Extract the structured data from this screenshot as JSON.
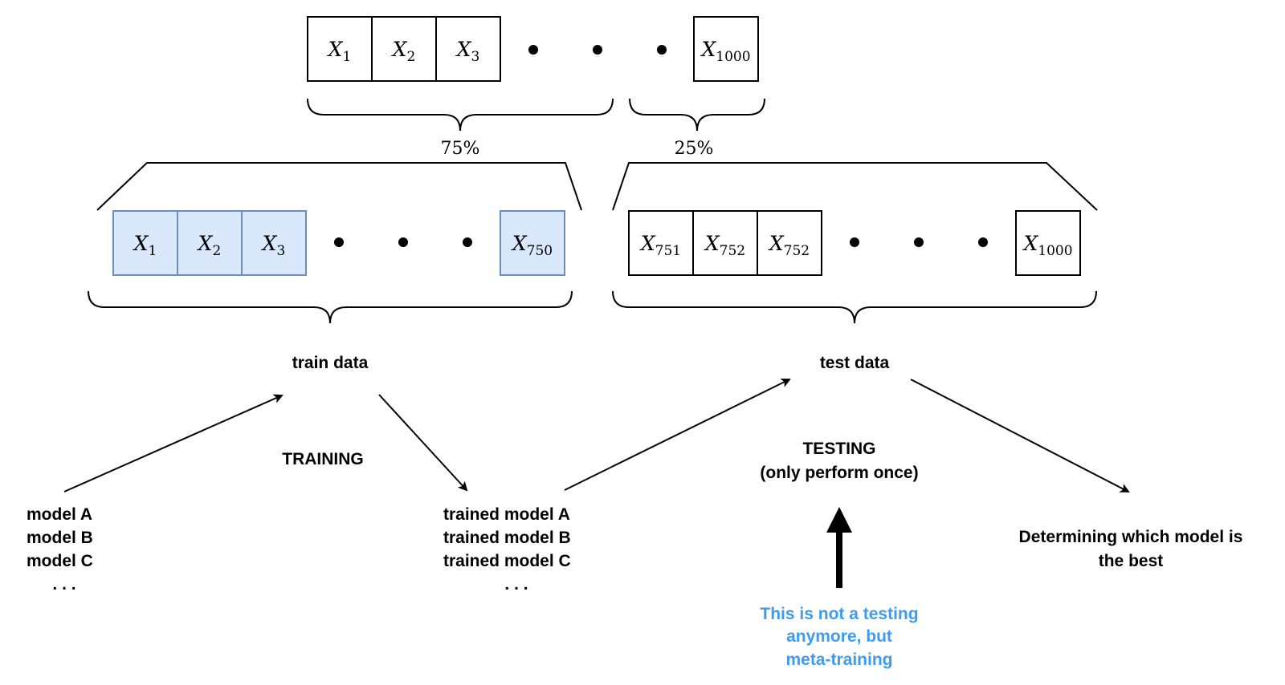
{
  "dataset": {
    "cells": [
      {
        "base": "X",
        "sub": "1"
      },
      {
        "base": "X",
        "sub": "2"
      },
      {
        "base": "X",
        "sub": "3"
      }
    ],
    "last_cell": {
      "base": "X",
      "sub": "1000"
    }
  },
  "split": {
    "train_percent": "75%",
    "test_percent": "25%"
  },
  "train_set": {
    "cells": [
      {
        "base": "X",
        "sub": "1"
      },
      {
        "base": "X",
        "sub": "2"
      },
      {
        "base": "X",
        "sub": "3"
      }
    ],
    "last_cell": {
      "base": "X",
      "sub": "750"
    },
    "label": "train data"
  },
  "test_set": {
    "cells": [
      {
        "base": "X",
        "sub": "751"
      },
      {
        "base": "X",
        "sub": "752"
      },
      {
        "base": "X",
        "sub": "752"
      }
    ],
    "last_cell": {
      "base": "X",
      "sub": "1000"
    },
    "label": "test data"
  },
  "training_label": "TRAINING",
  "testing": {
    "title": "TESTING",
    "subtitle": "(only perform once)"
  },
  "models": {
    "items": [
      "model A",
      "model B",
      "model C"
    ],
    "more": ". . ."
  },
  "trained_models": {
    "items": [
      "trained model A",
      "trained model B",
      "trained model C"
    ],
    "more": ". . ."
  },
  "result": {
    "line1": "Determining which model is",
    "line2": "the best"
  },
  "note": {
    "lines": [
      "This is not a testing",
      "anymore, but",
      "meta-training"
    ],
    "color": "#3d9cf0"
  },
  "colors": {
    "train_fill": "#dae8fc",
    "train_stroke": "#6c8ebf"
  }
}
